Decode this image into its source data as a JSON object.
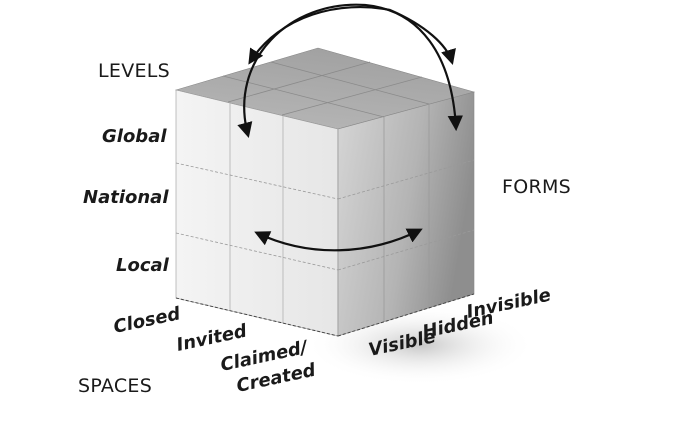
{
  "dimensions": {
    "levels": "LEVELS",
    "forms": "FORMS",
    "spaces": "SPACES"
  },
  "levels": [
    "Global",
    "National",
    "Local"
  ],
  "spaces": [
    "Closed",
    "Invited",
    "Claimed/",
    "Created"
  ],
  "forms": [
    "Visible",
    "Hidden",
    "Invisible"
  ]
}
